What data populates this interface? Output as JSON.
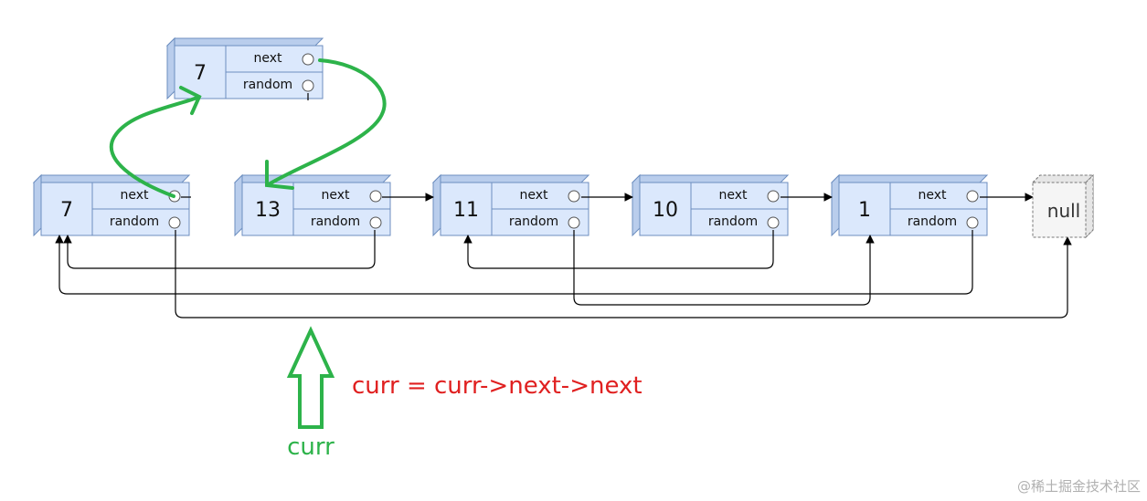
{
  "nodes": [
    {
      "id": "copy",
      "value": "7"
    },
    {
      "id": "n1",
      "value": "7"
    },
    {
      "id": "n2",
      "value": "13"
    },
    {
      "id": "n3",
      "value": "11"
    },
    {
      "id": "n4",
      "value": "10"
    },
    {
      "id": "n5",
      "value": "1"
    }
  ],
  "field_labels": {
    "next": "next",
    "random": "random"
  },
  "null_label": "null",
  "pointer_label": "curr",
  "operation": "curr = curr->next->next",
  "watermark": "@稀土掘金技术社区",
  "colors": {
    "node_fill": "#dbe8fc",
    "node_side": "#b9cdec",
    "node_stroke": "#6c8ebf",
    "highlight": "#2db34a",
    "operation_text": "#e02020",
    "null_fill": "#f5f5f5"
  }
}
